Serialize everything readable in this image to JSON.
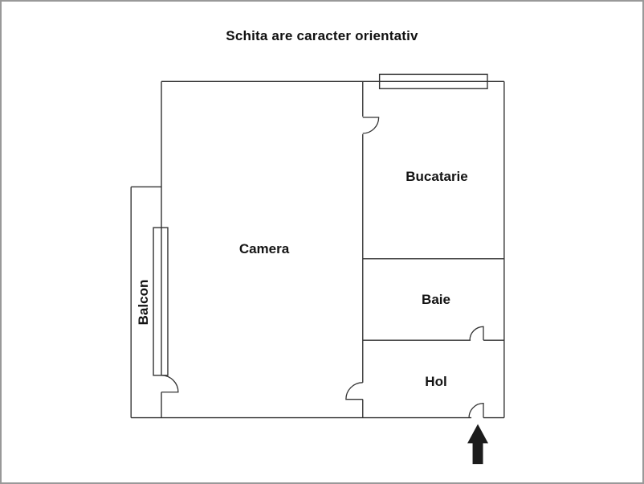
{
  "title": "Schita are caracter orientativ",
  "plan": {
    "rooms": [
      {
        "id": "camera",
        "label": "Camera"
      },
      {
        "id": "bucatarie",
        "label": "Bucatarie"
      },
      {
        "id": "baie",
        "label": "Baie"
      },
      {
        "id": "hol",
        "label": "Hol"
      },
      {
        "id": "balcon",
        "label": "Balcon"
      }
    ],
    "symbols": {
      "windows": [
        "balcony-window",
        "kitchen-window"
      ],
      "doors": [
        "kitchen-door",
        "camera-hol-door",
        "balcony-door",
        "bathroom-door",
        "entrance-door"
      ],
      "entrance_marker": "up-arrow"
    }
  },
  "colors": {
    "wall": "#333333",
    "page_border": "#999999",
    "background": "#ffffff",
    "arrow": "#1c1c1c",
    "text": "#111111"
  }
}
